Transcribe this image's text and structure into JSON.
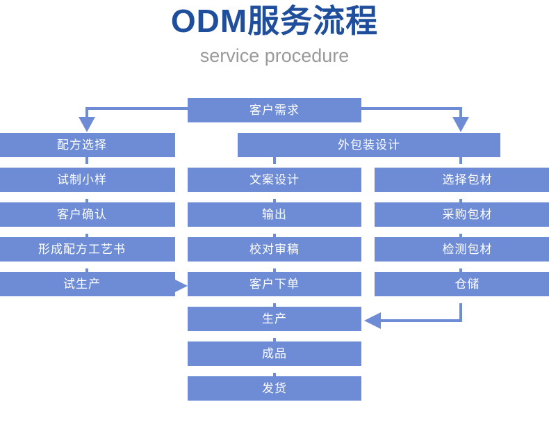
{
  "header": {
    "title": "ODM服务流程",
    "subtitle": "service procedure",
    "title_color": "#1F4E9C",
    "subtitle_color": "#9a9a9a"
  },
  "theme": {
    "node_fill": "#6E8CD5",
    "node_text": "#FFFFFF",
    "connector_color": "#6E8CD5",
    "background": "#FFFFFF"
  },
  "chart_data": {
    "type": "diagram",
    "title": "ODM服务流程",
    "subtitle": "service procedure",
    "columns": [
      {
        "name": "left-branch",
        "nodes": [
          "配方选择",
          "试制小样",
          "客户确认",
          "形成配方工艺书",
          "试生产"
        ]
      },
      {
        "name": "center-branch",
        "nodes": [
          "客户需求",
          "文案设计",
          "输出",
          "校对审稿",
          "客户下单",
          "生产",
          "成品",
          "发货"
        ]
      },
      {
        "name": "right-branch",
        "nodes": [
          "外包装设计",
          "选择包材",
          "采购包材",
          "检测包材",
          "仓储"
        ]
      }
    ],
    "edges": [
      {
        "from": "客户需求",
        "to": "配方选择",
        "style": "elbow-arrow-left"
      },
      {
        "from": "客户需求",
        "to": "外包装设计",
        "style": "elbow-arrow-right"
      },
      {
        "from": "配方选择",
        "to": "试制小样",
        "style": "straight"
      },
      {
        "from": "试制小样",
        "to": "客户确认",
        "style": "straight"
      },
      {
        "from": "客户确认",
        "to": "形成配方工艺书",
        "style": "straight"
      },
      {
        "from": "形成配方工艺书",
        "to": "试生产",
        "style": "straight"
      },
      {
        "from": "试生产",
        "to": "客户下单",
        "style": "arrow-right"
      },
      {
        "from": "外包装设计",
        "to": "文案设计",
        "style": "straight"
      },
      {
        "from": "文案设计",
        "to": "输出",
        "style": "straight"
      },
      {
        "from": "输出",
        "to": "校对审稿",
        "style": "straight"
      },
      {
        "from": "校对审稿",
        "to": "客户下单",
        "style": "straight"
      },
      {
        "from": "客户下单",
        "to": "生产",
        "style": "straight"
      },
      {
        "from": "生产",
        "to": "成品",
        "style": "straight"
      },
      {
        "from": "成品",
        "to": "发货",
        "style": "straight"
      },
      {
        "from": "外包装设计",
        "to": "选择包材",
        "style": "straight"
      },
      {
        "from": "选择包材",
        "to": "采购包材",
        "style": "straight"
      },
      {
        "from": "采购包材",
        "to": "检测包材",
        "style": "straight"
      },
      {
        "from": "检测包材",
        "to": "仓储",
        "style": "straight"
      },
      {
        "from": "仓储",
        "to": "生产",
        "style": "elbow-arrow-left"
      }
    ]
  },
  "nodes": {
    "customer_demand": "客户需求",
    "formula_selection": "配方选择",
    "trial_sample": "试制小样",
    "customer_confirm": "客户确认",
    "formula_process_doc": "形成配方工艺书",
    "trial_production": "试生产",
    "outer_package_design": "外包装设计",
    "copy_design": "文案设计",
    "output": "输出",
    "proofreading": "校对审稿",
    "packaging_select": "选择包材",
    "packaging_purchase": "采购包材",
    "packaging_inspect": "检测包材",
    "warehousing": "仓储",
    "customer_order": "客户下单",
    "production": "生产",
    "finished_product": "成品",
    "shipment": "发货"
  }
}
